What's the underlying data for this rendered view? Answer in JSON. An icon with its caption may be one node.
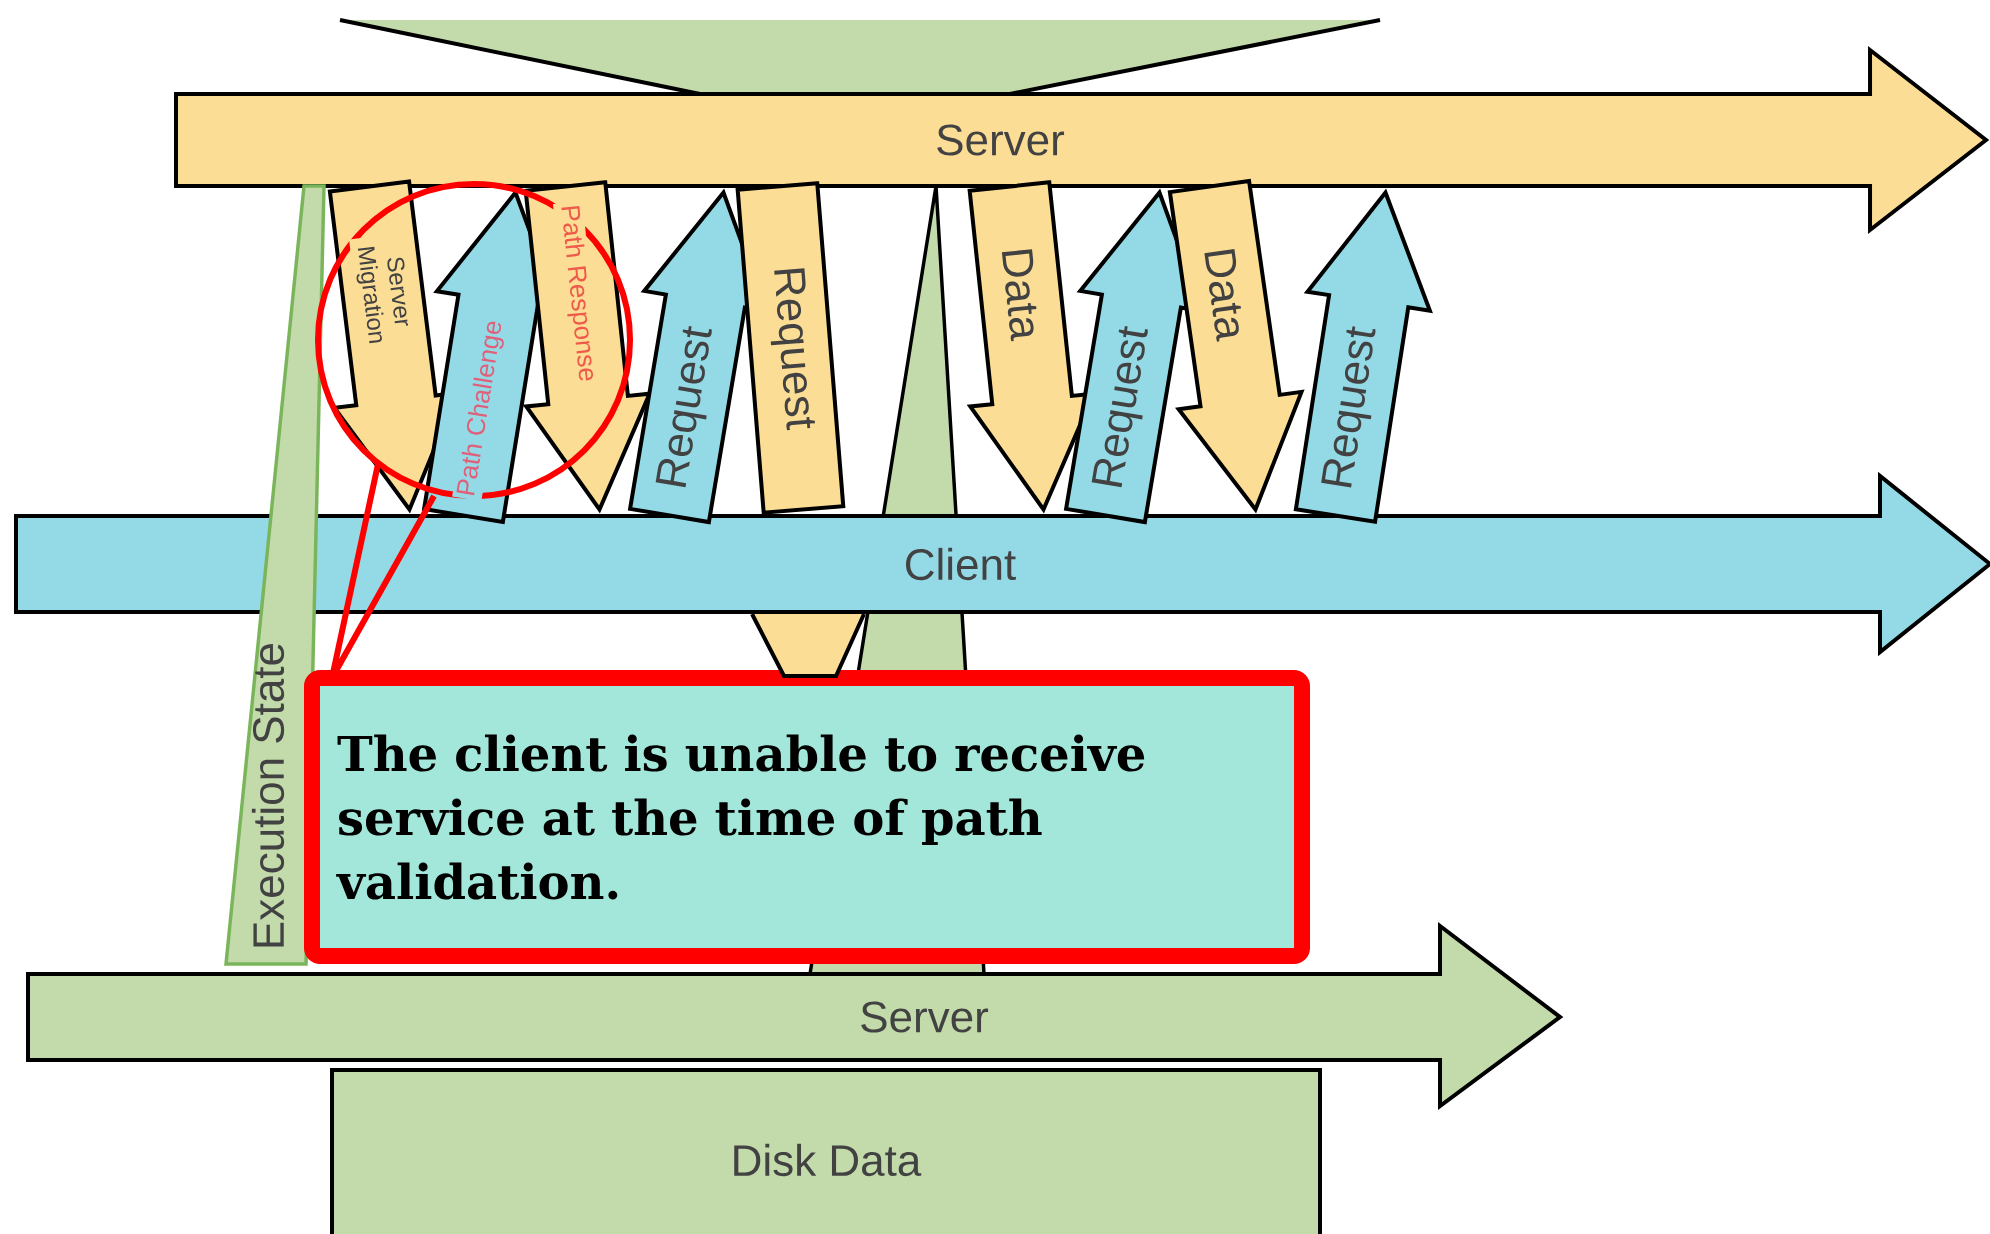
{
  "diagram": {
    "nodes": [
      {
        "text": [
          "Server"
        ]
      },
      {
        "text": [
          "Client"
        ]
      },
      {
        "text": [
          "Execution State"
        ]
      },
      {
        "text": [
          "The client is unable to receive service at the time of path validation."
        ]
      },
      {
        "text": [],
        "shape": "circle"
      },
      {
        "text": [
          "Server"
        ]
      },
      {
        "text": [
          "Disk Data"
        ]
      }
    ],
    "edges": [
      {
        "from": 0,
        "to": 1,
        "arrow": "to",
        "label": "Server Migration"
      },
      {
        "from": 1,
        "to": 0,
        "arrow": "to",
        "label": "Path Challenge",
        "color": "#94dae6"
      },
      {
        "from": 0,
        "to": 1,
        "arrow": "to",
        "label": "Path Response"
      },
      {
        "from": 1,
        "to": 0,
        "arrow": "to",
        "label": "Request",
        "color": "#94dae6"
      },
      {
        "from": 0,
        "to": 1,
        "arrow": "none",
        "label": "Request"
      },
      {
        "from": 0,
        "to": 1,
        "arrow": "to",
        "label": "Data"
      },
      {
        "from": 1,
        "to": 0,
        "arrow": "to",
        "label": "Request",
        "color": "#94dae6"
      },
      {
        "from": 0,
        "to": 1,
        "arrow": "to",
        "label": "Data"
      },
      {
        "from": 1,
        "to": 0,
        "arrow": "to",
        "label": "Request",
        "color": "#94dae6"
      },
      {
        "from": 3,
        "to": 4,
        "arrow": "none",
        "color": "#ff0000"
      }
    ]
  }
}
